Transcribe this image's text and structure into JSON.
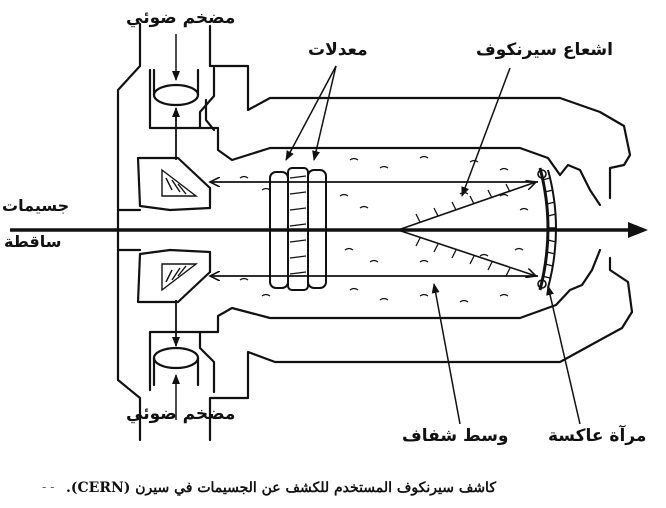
{
  "labels": {
    "photomultiplier_top": "مضخم ضوئي",
    "photomultiplier_bottom": "مضخم ضوئي",
    "radiators": "معدلات",
    "cherenkov_radiation": "اشعاع سيرنكوف",
    "particles": "جسيمات",
    "incident": "ساقطة",
    "transparent_medium": "وسط شفاف",
    "mirror": "مرآة عاكسة"
  },
  "caption": "كاشف سيرنكوف المستخدم للكشف عن الجسيمات في سيرن (CERN).",
  "caption_dash": "- -",
  "colors": {
    "ink": "#111111",
    "paper": "#ffffff"
  }
}
